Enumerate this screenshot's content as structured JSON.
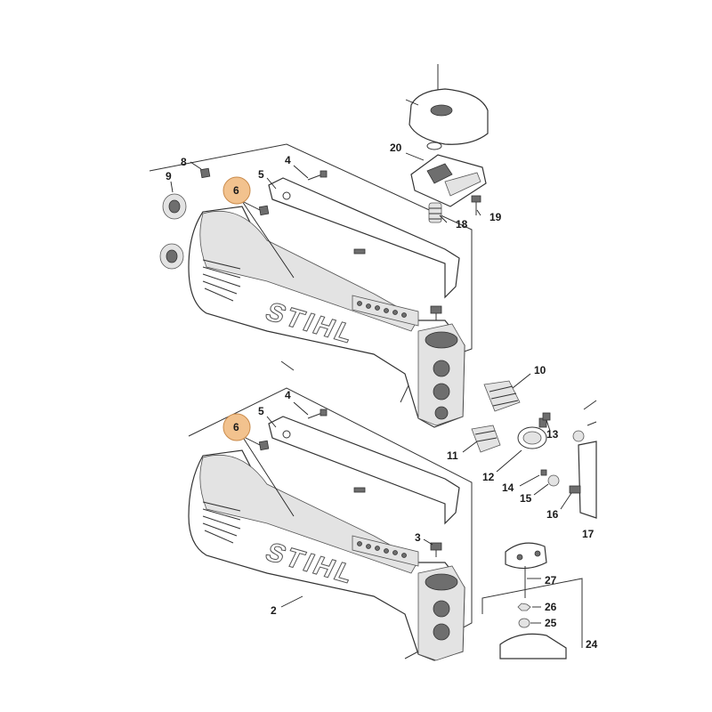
{
  "diagram": {
    "brand_mark": "STIHL",
    "highlight_color": "#F2C28E",
    "highlighted_part": "6",
    "callouts": {
      "c2": "2",
      "c3": "3",
      "c4a": "4",
      "c4b": "4",
      "c5a": "5",
      "c5b": "5",
      "c6a": "6",
      "c6b": "6",
      "c8": "8",
      "c9": "9",
      "c10": "10",
      "c11": "11",
      "c12": "12",
      "c13": "13",
      "c14": "14",
      "c15": "15",
      "c16": "16",
      "c17": "17",
      "c18": "18",
      "c19": "19",
      "c20": "20",
      "c24": "24",
      "c25": "25",
      "c26": "26",
      "c27": "27"
    }
  }
}
